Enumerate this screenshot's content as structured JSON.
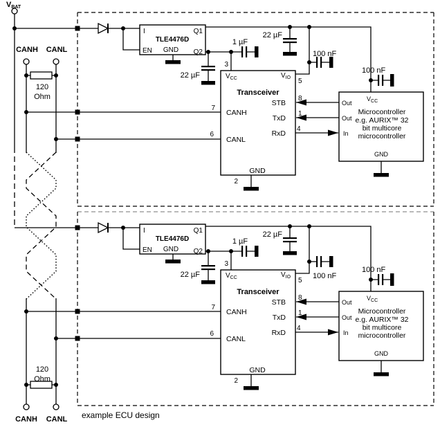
{
  "diagram": {
    "caption": "example ECU design",
    "bus": {
      "vbat_base": "V",
      "vbat_sub": "BAT",
      "canh_top": "CANH",
      "canl_top": "CANL",
      "canh_bottom": "CANH",
      "canl_bottom": "CANL",
      "terminator_top": {
        "value": "120",
        "unit": "Ohm"
      },
      "terminator_bottom": {
        "value": "120",
        "unit": "Ohm"
      }
    },
    "ecus": [
      {
        "regulator": {
          "name": "TLE4476D",
          "pin_i": "I",
          "pin_en": "EN",
          "pin_gnd": "GND",
          "pin_q1": "Q1",
          "pin_q2": "Q2"
        },
        "capacitors": {
          "q2_cap": "22 µF",
          "vcc_cap": "1 µF",
          "rail_cap": "22 µF",
          "vio_cap": "100 nF",
          "mcu_cap": "100 nF"
        },
        "transceiver": {
          "title": "Transceiver",
          "vcc_base": "V",
          "vcc_sub": "CC",
          "vcc_pin": "3",
          "vio_base": "V",
          "vio_sub": "IO",
          "vio_pin": "5",
          "stb": "STB",
          "stb_pin": "8",
          "txd": "TxD",
          "txd_pin": "1",
          "rxd": "RxD",
          "rxd_pin": "4",
          "canh": "CANH",
          "canh_pin": "7",
          "canl": "CANL",
          "canl_pin": "6",
          "gnd": "GND",
          "gnd_pin": "2"
        },
        "mcu": {
          "vcc_base": "V",
          "vcc_sub": "CC",
          "line1": "Microcontroller",
          "line2": "e.g. AURIX™ 32",
          "line3": "bit multicore",
          "line4": "microcontroller",
          "out1": "Out",
          "out2": "Out",
          "in1": "In",
          "gnd": "GND"
        }
      },
      {
        "regulator": {
          "name": "TLE4476D",
          "pin_i": "I",
          "pin_en": "EN",
          "pin_gnd": "GND",
          "pin_q1": "Q1",
          "pin_q2": "Q2"
        },
        "capacitors": {
          "q2_cap": "22 µF",
          "vcc_cap": "1 µF",
          "rail_cap": "22 µF",
          "vio_cap": "100 nF",
          "mcu_cap": "100 nF"
        },
        "transceiver": {
          "title": "Transceiver",
          "vcc_base": "V",
          "vcc_sub": "CC",
          "vcc_pin": "3",
          "vio_base": "V",
          "vio_sub": "IO",
          "vio_pin": "5",
          "stb": "STB",
          "stb_pin": "8",
          "txd": "TxD",
          "txd_pin": "1",
          "rxd": "RxD",
          "rxd_pin": "4",
          "canh": "CANH",
          "canh_pin": "7",
          "canl": "CANL",
          "canl_pin": "6",
          "gnd": "GND",
          "gnd_pin": "2"
        },
        "mcu": {
          "vcc_base": "V",
          "vcc_sub": "CC",
          "line1": "Microcontroller",
          "line2": "e.g. AURIX™ 32",
          "line3": "bit multicore",
          "line4": "microcontroller",
          "out1": "Out",
          "out2": "Out",
          "in1": "In",
          "gnd": "GND"
        }
      }
    ]
  }
}
